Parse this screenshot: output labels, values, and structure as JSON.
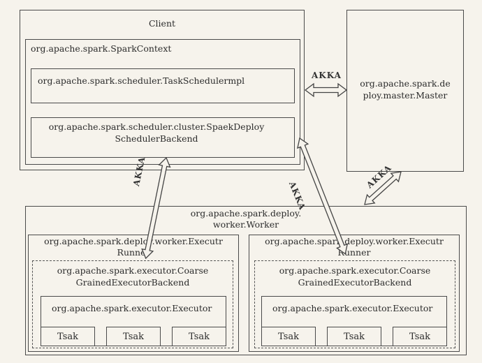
{
  "client": {
    "title": "Client",
    "spark_context": "org.apache.spark.SparkContext",
    "task_scheduler": "org.apache.spark.scheduler.TaskSchedulermpl",
    "backend_line1": "org.apache.spark.scheduler.cluster.SpaekDeploy",
    "backend_line2": "SchedulerBackend"
  },
  "master": {
    "line1": "org.apache.spark.de",
    "line2": "ploy.master.Master"
  },
  "worker": {
    "line1": "org.apache.spark.deploy.",
    "line2": "worker.Worker",
    "runners": [
      {
        "line1": "org.apache.spark.deploy.worker.Executr",
        "line2": "Runner",
        "backend_line1": "org.apache.spark.executor.Coarse",
        "backend_line2": "GrainedExecutorBackend",
        "executor": "org.apache.spark.executor.Executor",
        "tasks": [
          "Tsak",
          "Tsak",
          "Tsak"
        ]
      },
      {
        "line1": "org.apache.spark.deploy.worker.Executr",
        "line2": "Runner",
        "backend_line1": "org.apache.spark.executor.Coarse",
        "backend_line2": "GrainedExecutorBackend",
        "executor": "org.apache.spark.executor.Executor",
        "tasks": [
          "Tsak",
          "Tsak",
          "Tsak"
        ]
      }
    ]
  },
  "links": {
    "client_master": "AKKA",
    "runner1_backend": "AKKA",
    "runner2_backend": "AKKA",
    "master_worker": "AKKA"
  }
}
